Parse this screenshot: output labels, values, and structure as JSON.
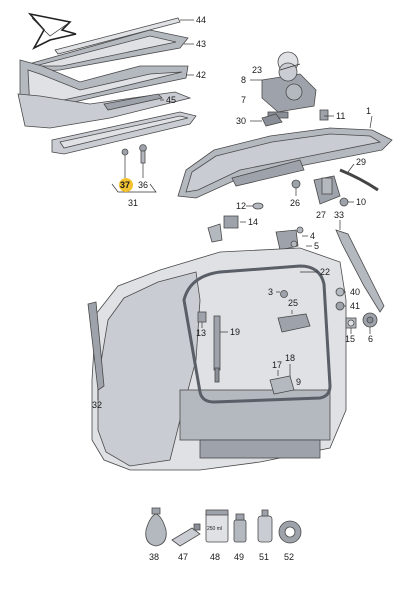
{
  "highlight_color": "#f2c230",
  "labels": {
    "p44": "44",
    "p43": "43",
    "p42": "42",
    "p45": "45",
    "p37": "37",
    "p36": "36",
    "p31": "31",
    "p8": "8",
    "p23": "23",
    "p7": "7",
    "p11": "11",
    "p30": "30",
    "p1": "1",
    "p29": "29",
    "p12": "12",
    "p26": "26",
    "p27": "27",
    "p10": "10",
    "p14": "14",
    "p33": "33",
    "p4": "4",
    "p5": "5",
    "p22": "22",
    "p3": "3",
    "p25": "25",
    "p40": "40",
    "p41": "41",
    "p13": "13",
    "p19": "19",
    "p15": "15",
    "p6": "6",
    "p32": "32",
    "p17": "17",
    "p18": "18",
    "p9": "9",
    "p38": "38",
    "p47": "47",
    "p48": "48",
    "p49": "49",
    "p51": "51",
    "p52": "52",
    "jar_label": "250 ml"
  }
}
